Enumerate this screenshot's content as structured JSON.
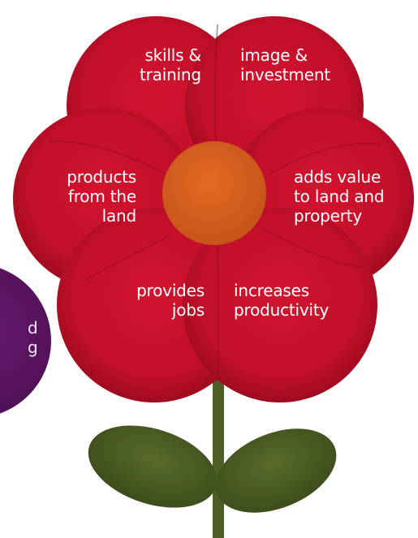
{
  "colors": {
    "petal": "#c8102e",
    "petal_dark": "#8f0a1d",
    "center": "#d9601a",
    "stem": "#4f5e24",
    "leaf": "#4a5a22",
    "side_circle": "#5a1460"
  },
  "petals": {
    "top_left": {
      "line1": "skills &",
      "line2": "training"
    },
    "top_right": {
      "line1": "image &",
      "line2": "investment"
    },
    "middle_left": {
      "line1": "products",
      "line2": "from the",
      "line3": "land"
    },
    "middle_right": {
      "line1": "adds value",
      "line2": "to land and",
      "line3": "property"
    },
    "bottom_left": {
      "line1": "provides",
      "line2": "jobs"
    },
    "bottom_right": {
      "line1": "increases",
      "line2": "productivity"
    }
  },
  "side_circle": {
    "line1": "d",
    "line2": "g"
  }
}
